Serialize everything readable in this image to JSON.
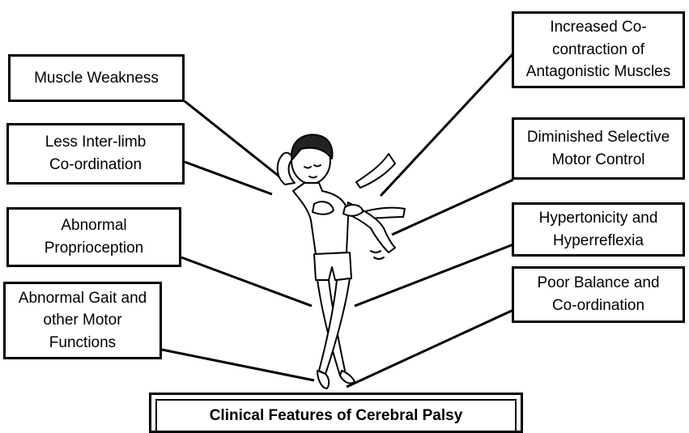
{
  "features_left": [
    {
      "label": "Muscle Weakness"
    },
    {
      "label": "Less Inter-limb\nCo-ordination"
    },
    {
      "label": "Abnormal\nProprioception"
    },
    {
      "label": "Abnormal Gait and\nother Motor\nFunctions"
    }
  ],
  "features_right": [
    {
      "label": "Increased Co-\ncontraction of\nAntagonistic Muscles"
    },
    {
      "label": "Diminished Selective\nMotor Control"
    },
    {
      "label": "Hypertonicity and\nHyperreflexia"
    },
    {
      "label": "Poor Balance and\nCo-ordination"
    }
  ],
  "title": "Clinical Features of Cerebral Palsy"
}
